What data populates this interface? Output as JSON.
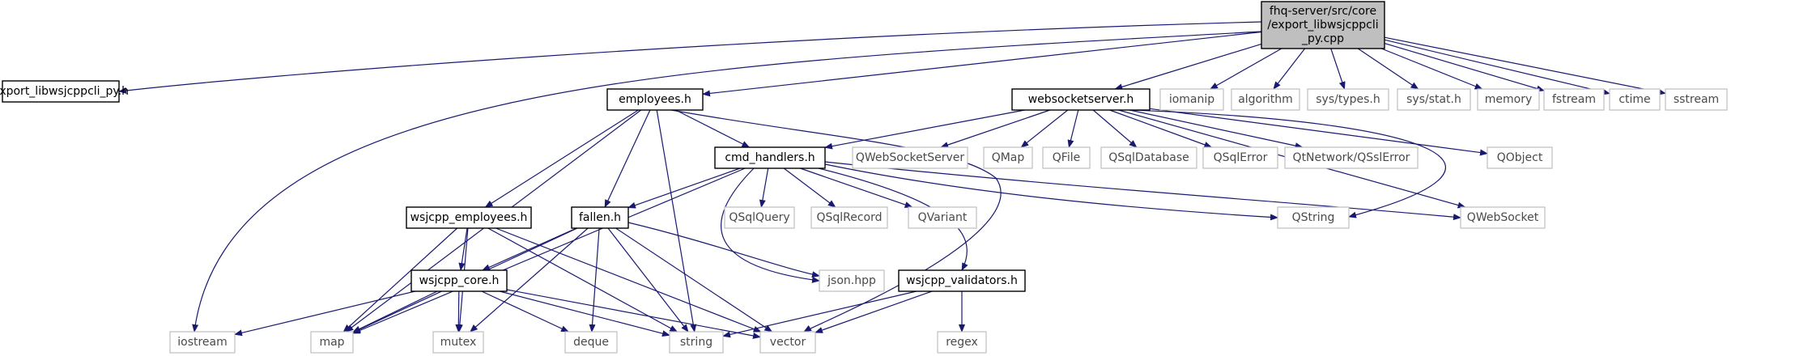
{
  "graph": {
    "root": {
      "id": "root",
      "lines": [
        "fhq-server/src/core",
        "/export_libwsjcppcli",
        "_py.cpp"
      ]
    },
    "nodes": [
      {
        "id": "export_h",
        "label": "export_libwsjcppcli_py.h",
        "kind": "local"
      },
      {
        "id": "employees_h",
        "label": "employees.h",
        "kind": "local"
      },
      {
        "id": "websocketserver_h",
        "label": "websocketserver.h",
        "kind": "local"
      },
      {
        "id": "iomanip",
        "label": "iomanip",
        "kind": "sys"
      },
      {
        "id": "algorithm",
        "label": "algorithm",
        "kind": "sys"
      },
      {
        "id": "sys_types",
        "label": "sys/types.h",
        "kind": "sys"
      },
      {
        "id": "sys_stat",
        "label": "sys/stat.h",
        "kind": "sys"
      },
      {
        "id": "memory",
        "label": "memory",
        "kind": "sys"
      },
      {
        "id": "fstream",
        "label": "fstream",
        "kind": "sys"
      },
      {
        "id": "ctime",
        "label": "ctime",
        "kind": "sys"
      },
      {
        "id": "sstream",
        "label": "sstream",
        "kind": "sys"
      },
      {
        "id": "cmd_handlers_h",
        "label": "cmd_handlers.h",
        "kind": "local"
      },
      {
        "id": "QWebSocketServer",
        "label": "QWebSocketServer",
        "kind": "sys"
      },
      {
        "id": "QMap",
        "label": "QMap",
        "kind": "sys"
      },
      {
        "id": "QFile",
        "label": "QFile",
        "kind": "sys"
      },
      {
        "id": "QSqlDatabase",
        "label": "QSqlDatabase",
        "kind": "sys"
      },
      {
        "id": "QSqlError",
        "label": "QSqlError",
        "kind": "sys"
      },
      {
        "id": "QSslError",
        "label": "QtNetwork/QSslError",
        "kind": "sys"
      },
      {
        "id": "QObject",
        "label": "QObject",
        "kind": "sys"
      },
      {
        "id": "wsjcpp_employees_h",
        "label": "wsjcpp_employees.h",
        "kind": "local"
      },
      {
        "id": "fallen_h",
        "label": "fallen.h",
        "kind": "local"
      },
      {
        "id": "QSqlQuery",
        "label": "QSqlQuery",
        "kind": "sys"
      },
      {
        "id": "QSqlRecord",
        "label": "QSqlRecord",
        "kind": "sys"
      },
      {
        "id": "QVariant",
        "label": "QVariant",
        "kind": "sys"
      },
      {
        "id": "QString",
        "label": "QString",
        "kind": "sys"
      },
      {
        "id": "QWebSocket",
        "label": "QWebSocket",
        "kind": "sys"
      },
      {
        "id": "wsjcpp_core_h",
        "label": "wsjcpp_core.h",
        "kind": "local"
      },
      {
        "id": "json_hpp",
        "label": "json.hpp",
        "kind": "sys"
      },
      {
        "id": "wsjcpp_validators_h",
        "label": "wsjcpp_validators.h",
        "kind": "local"
      },
      {
        "id": "iostream",
        "label": "iostream",
        "kind": "sys"
      },
      {
        "id": "map",
        "label": "map",
        "kind": "sys"
      },
      {
        "id": "mutex",
        "label": "mutex",
        "kind": "sys"
      },
      {
        "id": "deque",
        "label": "deque",
        "kind": "sys"
      },
      {
        "id": "string",
        "label": "string",
        "kind": "sys"
      },
      {
        "id": "vector",
        "label": "vector",
        "kind": "sys"
      },
      {
        "id": "regex",
        "label": "regex",
        "kind": "sys"
      }
    ],
    "edges": [
      [
        "root",
        "export_h"
      ],
      [
        "root",
        "employees_h"
      ],
      [
        "root",
        "websocketserver_h"
      ],
      [
        "root",
        "iomanip"
      ],
      [
        "root",
        "algorithm"
      ],
      [
        "root",
        "sys_types"
      ],
      [
        "root",
        "sys_stat"
      ],
      [
        "root",
        "memory"
      ],
      [
        "root",
        "fstream"
      ],
      [
        "root",
        "ctime"
      ],
      [
        "root",
        "sstream"
      ],
      [
        "root",
        "iostream"
      ],
      [
        "employees_h",
        "cmd_handlers_h"
      ],
      [
        "employees_h",
        "wsjcpp_employees_h"
      ],
      [
        "employees_h",
        "fallen_h"
      ],
      [
        "employees_h",
        "map"
      ],
      [
        "employees_h",
        "string"
      ],
      [
        "employees_h",
        "vector"
      ],
      [
        "websocketserver_h",
        "cmd_handlers_h"
      ],
      [
        "websocketserver_h",
        "QWebSocketServer"
      ],
      [
        "websocketserver_h",
        "QMap"
      ],
      [
        "websocketserver_h",
        "QFile"
      ],
      [
        "websocketserver_h",
        "QSqlDatabase"
      ],
      [
        "websocketserver_h",
        "QSqlError"
      ],
      [
        "websocketserver_h",
        "QSslError"
      ],
      [
        "websocketserver_h",
        "QObject"
      ],
      [
        "websocketserver_h",
        "QString"
      ],
      [
        "websocketserver_h",
        "QWebSocket"
      ],
      [
        "cmd_handlers_h",
        "fallen_h"
      ],
      [
        "cmd_handlers_h",
        "map"
      ],
      [
        "cmd_handlers_h",
        "QSqlQuery"
      ],
      [
        "cmd_handlers_h",
        "QSqlRecord"
      ],
      [
        "cmd_handlers_h",
        "QVariant"
      ],
      [
        "cmd_handlers_h",
        "QString"
      ],
      [
        "cmd_handlers_h",
        "QWebSocket"
      ],
      [
        "cmd_handlers_h",
        "json_hpp"
      ],
      [
        "cmd_handlers_h",
        "wsjcpp_validators_h"
      ],
      [
        "wsjcpp_employees_h",
        "wsjcpp_core_h"
      ],
      [
        "wsjcpp_employees_h",
        "map"
      ],
      [
        "wsjcpp_employees_h",
        "mutex"
      ],
      [
        "wsjcpp_employees_h",
        "string"
      ],
      [
        "wsjcpp_employees_h",
        "vector"
      ],
      [
        "fallen_h",
        "wsjcpp_core_h"
      ],
      [
        "fallen_h",
        "json_hpp"
      ],
      [
        "fallen_h",
        "map"
      ],
      [
        "fallen_h",
        "mutex"
      ],
      [
        "fallen_h",
        "deque"
      ],
      [
        "fallen_h",
        "string"
      ],
      [
        "fallen_h",
        "vector"
      ],
      [
        "wsjcpp_core_h",
        "iostream"
      ],
      [
        "wsjcpp_core_h",
        "map"
      ],
      [
        "wsjcpp_core_h",
        "mutex"
      ],
      [
        "wsjcpp_core_h",
        "deque"
      ],
      [
        "wsjcpp_core_h",
        "string"
      ],
      [
        "wsjcpp_core_h",
        "vector"
      ],
      [
        "wsjcpp_validators_h",
        "string"
      ],
      [
        "wsjcpp_validators_h",
        "vector"
      ],
      [
        "wsjcpp_validators_h",
        "regex"
      ]
    ]
  }
}
